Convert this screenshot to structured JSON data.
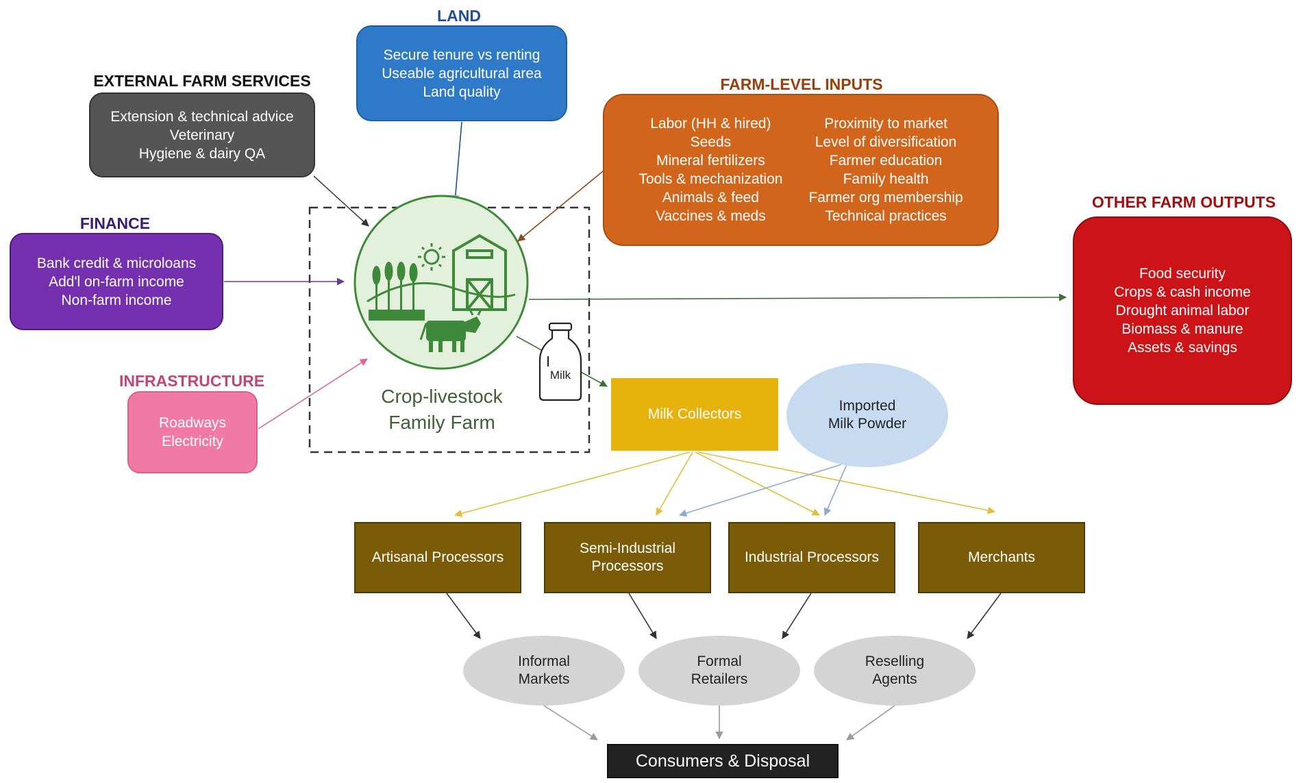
{
  "land": {
    "title": "LAND",
    "items": [
      "Secure tenure vs renting",
      "Useable agricultural area",
      "Land quality"
    ],
    "title_color": "#1f4e9c",
    "box_color": "#2f79c9"
  },
  "external_services": {
    "title": "EXTERNAL FARM SERVICES",
    "items": [
      "Extension & technical advice",
      "Veterinary",
      "Hygiene & dairy QA"
    ],
    "title_color": "#111111",
    "box_color": "#555555"
  },
  "finance": {
    "title": "FINANCE",
    "items": [
      "Bank credit & microloans",
      "Add'l on-farm income",
      "Non-farm income"
    ],
    "title_color": "#3a1d6e",
    "box_color": "#7530b0"
  },
  "infrastructure": {
    "title": "INFRASTRUCTURE",
    "items": [
      "Roadways",
      "Electricity"
    ],
    "title_color": "#c2457a",
    "box_color": "#f07aa3"
  },
  "farm_inputs": {
    "title": "FARM-LEVEL INPUTS",
    "left": [
      "Labor (HH & hired)",
      "Seeds",
      "Mineral fertilizers",
      "Tools & mechanization",
      "Animals & feed",
      "Vaccines & meds"
    ],
    "right": [
      "Proximity to market",
      "Level of diversification",
      "Farmer education",
      "Family health",
      "Farmer org membership",
      "Technical practices"
    ],
    "title_color": "#9a3e0c",
    "box_color": "#d1651c"
  },
  "other_outputs": {
    "title": "OTHER FARM OUTPUTS",
    "items": [
      "Food security",
      "Crops & cash income",
      "Drought animal labor",
      "Biomass & manure",
      "Assets & savings"
    ],
    "title_color": "#a01010",
    "box_color": "#cc1418"
  },
  "farm": {
    "label_line1": "Crop-livestock",
    "label_line2": "Family Farm",
    "milk_label": "Milk",
    "icon_color": "#3f8a3a",
    "circle_fill": "#e3f0dc"
  },
  "milk_collectors": {
    "label": "Milk Collectors",
    "color": "#e8b20c"
  },
  "imported_powder": {
    "line1": "Imported",
    "line2": "Milk Powder",
    "color": "#c7dbf0"
  },
  "processors": [
    {
      "line1": "Artisanal Processors",
      "line2": ""
    },
    {
      "line1": "Semi-Industrial",
      "line2": "Processors"
    },
    {
      "line1": "Industrial Processors",
      "line2": ""
    },
    {
      "line1": "Merchants",
      "line2": ""
    }
  ],
  "markets": [
    {
      "line1": "Informal",
      "line2": "Markets"
    },
    {
      "line1": "Formal",
      "line2": "Retailers"
    },
    {
      "line1": "Reselling",
      "line2": "Agents"
    }
  ],
  "consumers": {
    "label": "Consumers & Disposal"
  },
  "colors": {
    "processor": "#7a5b08",
    "market": "#d4d4d4",
    "consumers": "#222222",
    "arrow_dark": "#333333",
    "arrow_yellow": "#e3be3c",
    "arrow_blue": "#8fa9cf",
    "arrow_pink": "#d9659b",
    "arrow_purple": "#6a3a9a",
    "arrow_green": "#3f6f3a",
    "arrow_gray": "#999999"
  }
}
